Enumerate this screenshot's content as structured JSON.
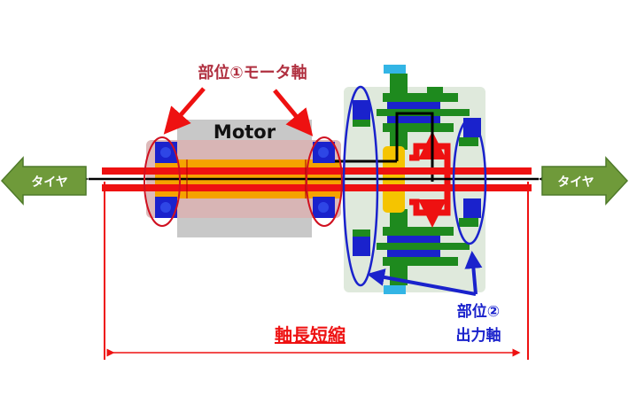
{
  "labels": {
    "part1": "部位①モータ軸",
    "motor": "Motor",
    "tire_left": "タイヤ",
    "tire_right": "タイヤ",
    "part2_line1": "部位②",
    "part2_line2": "出力軸",
    "shorten": "軸長短縮"
  },
  "colors": {
    "red": "#ee1111",
    "dark_red": "#b03040",
    "blue": "#1a22cc",
    "green": "#1e8a1e",
    "orange": "#f5a300",
    "tire_green": "#6f9a3a"
  }
}
